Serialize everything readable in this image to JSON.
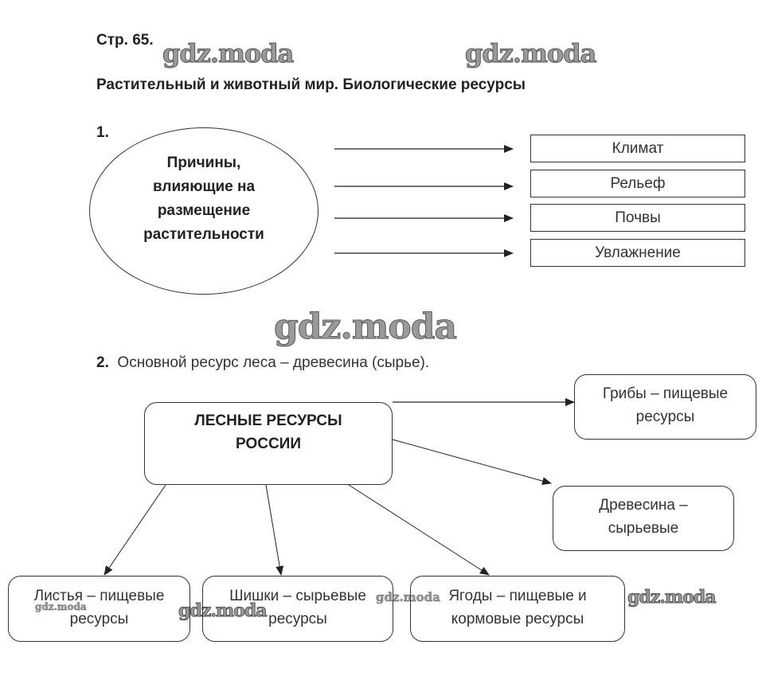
{
  "header": {
    "page_ref": "Стр. 65.",
    "title": "Растительный и животный мир. Биологические ресурсы"
  },
  "watermarks": {
    "text": "gdz.moda"
  },
  "task1": {
    "number": "1.",
    "center_lines": [
      "Причины,",
      "влияющие на",
      "размещение",
      "растительности"
    ],
    "factors": [
      "Климат",
      "Рельеф",
      "Почвы",
      "Увлажнение"
    ]
  },
  "task2": {
    "number": "2.",
    "statement": "Основной ресурс леса – древесина (сырье).",
    "main_node_lines": [
      "ЛЕСНЫЕ РЕСУРСЫ",
      "РОССИИ"
    ],
    "nodes": [
      {
        "id": "mushrooms",
        "lines": [
          "Грибы – пищевые",
          "ресурсы"
        ]
      },
      {
        "id": "wood",
        "lines": [
          "Древесина –",
          "сырьевые"
        ]
      },
      {
        "id": "leaves",
        "lines": [
          "Листья – пищевые",
          "ресурсы"
        ]
      },
      {
        "id": "cones",
        "lines": [
          "Шишки – сырьевые",
          "ресурсы"
        ]
      },
      {
        "id": "berries",
        "lines": [
          "Ягоды – пищевые и",
          "кормовые ресурсы"
        ]
      }
    ]
  }
}
